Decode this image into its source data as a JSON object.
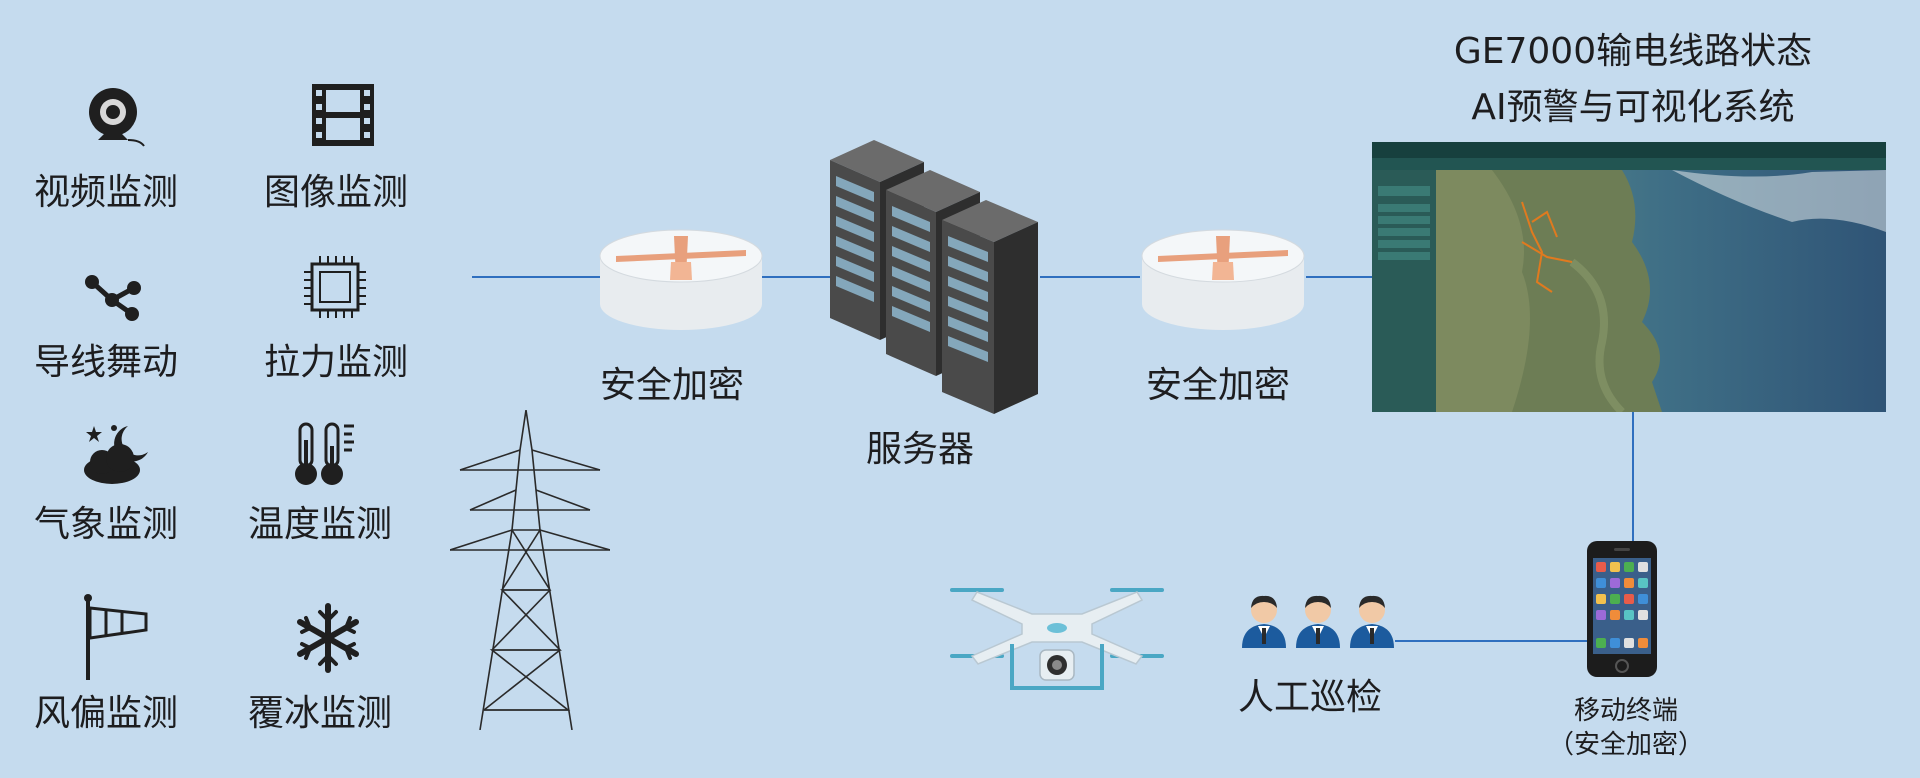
{
  "title": {
    "line1": "GE7000输电线路状态",
    "line2": "AI预警与可视化系统"
  },
  "monitors": {
    "video": "视频监测",
    "image": "图像监测",
    "galloping": "导线舞动",
    "tension": "拉力监测",
    "weather": "气象监测",
    "temperature": "温度监测",
    "windage": "风偏监测",
    "icing": "覆冰监测"
  },
  "nodes": {
    "encrypt_left": "安全加密",
    "server": "服务器",
    "encrypt_right": "安全加密",
    "manual_patrol": "人工巡检",
    "mobile_terminal": "移动终端",
    "mobile_note": "（安全加密）"
  },
  "colors": {
    "background": "#c5dbee",
    "link": "#2f6fbf"
  }
}
